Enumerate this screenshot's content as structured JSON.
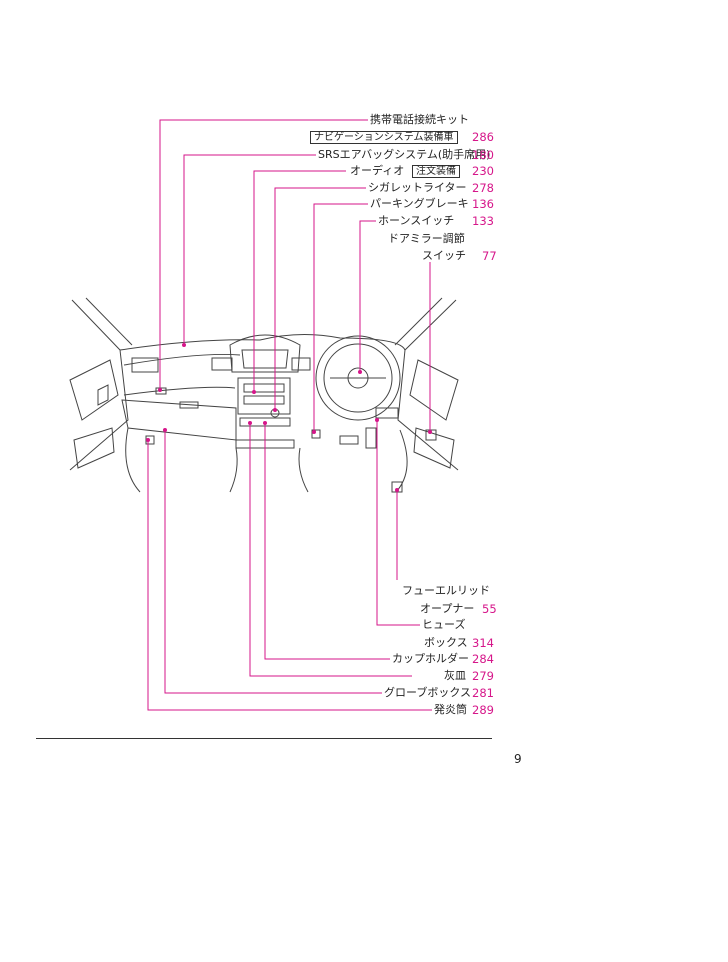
{
  "callouts_top": [
    {
      "text": "携帯電話接続キット",
      "page": ""
    },
    {
      "text": "",
      "boxed": "ナビゲーションシステム装備車",
      "page": "286"
    },
    {
      "text": "SRSエアバッグシステム(助手席用)",
      "page": "180"
    },
    {
      "text": "オーディオ",
      "boxed": "注文装備",
      "page": "230"
    },
    {
      "text": "シガレットライター",
      "page": "278"
    },
    {
      "text": "パーキングブレーキ",
      "page": "136"
    },
    {
      "text": "ホーンスイッチ",
      "page": "133"
    },
    {
      "text": "ドアミラー調節",
      "page": ""
    },
    {
      "text": "スイッチ",
      "page": "77"
    }
  ],
  "callouts_bottom": [
    {
      "text": "フューエルリッド",
      "page": ""
    },
    {
      "text": "オープナー",
      "page": "55"
    },
    {
      "text": "ヒューズ",
      "page": ""
    },
    {
      "text": "ボックス",
      "page": "314"
    },
    {
      "text": "カップホルダー",
      "page": "284"
    },
    {
      "text": "灰皿",
      "page": "279"
    },
    {
      "text": "グローブボックス",
      "page": "281"
    },
    {
      "text": "発炎筒",
      "page": "289"
    }
  ],
  "page_number": "9",
  "colors": {
    "accent": "#d6168a",
    "line": "#333333"
  }
}
